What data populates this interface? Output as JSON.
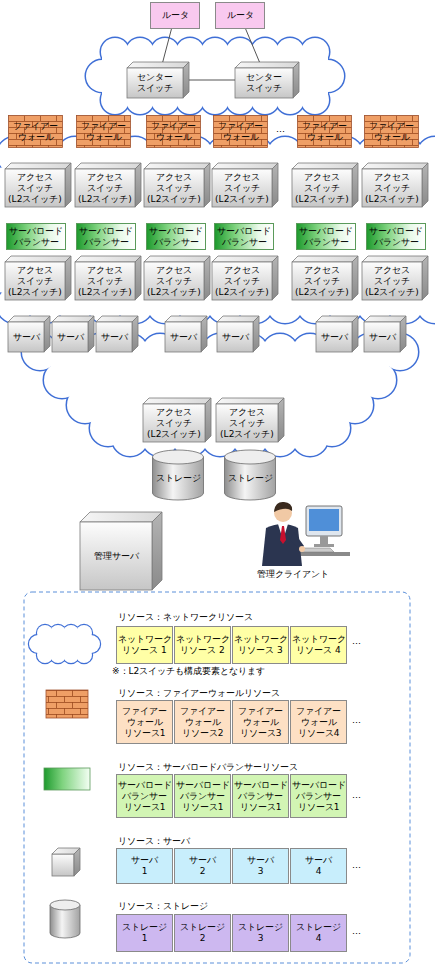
{
  "diagram": {
    "nodes": [
      {
        "text": [
          "ルータ"
        ]
      },
      {
        "text": [
          "ルータ"
        ]
      },
      {
        "text": [
          "センター スイッチ"
        ]
      },
      {
        "text": [
          "センター スイッチ"
        ]
      },
      {
        "text": [
          "ファイアー ウォール"
        ]
      },
      {
        "text": [
          "ファイアー ウォール"
        ]
      },
      {
        "text": [
          "ファイアー ウォール"
        ]
      },
      {
        "text": [
          "ファイアー ウォール"
        ]
      },
      {
        "text": [
          "ファイアー ウォール"
        ]
      },
      {
        "text": [
          "ファイアー ウォール"
        ]
      },
      {
        "text": [
          "アクセス スイッチ (L2スイッチ)"
        ]
      },
      {
        "text": [
          "アクセス スイッチ (L2スイッチ)"
        ]
      },
      {
        "text": [
          "アクセス スイッチ (L2スイッチ)"
        ]
      },
      {
        "text": [
          "アクセス スイッチ (L2スイッチ)"
        ]
      },
      {
        "text": [
          "アクセス スイッチ (L2スイッチ)"
        ]
      },
      {
        "text": [
          "アクセス スイッチ (L2スイッチ)"
        ]
      },
      {
        "text": [
          "サーバロード バランサー"
        ]
      },
      {
        "text": [
          "サーバロード バランサー"
        ]
      },
      {
        "text": [
          "サーバロード バランサー"
        ]
      },
      {
        "text": [
          "サーバロード バランサー"
        ]
      },
      {
        "text": [
          "サーバロード バランサー"
        ]
      },
      {
        "text": [
          "サーバロード バランサー"
        ]
      },
      {
        "text": [
          "アクセス スイッチ (L2スイッチ)"
        ]
      },
      {
        "text": [
          "アクセス スイッチ (L2スイッチ)"
        ]
      },
      {
        "text": [
          "アクセス スイッチ (L2スイッチ)"
        ]
      },
      {
        "text": [
          "アクセス スイッチ (L2スイッチ)"
        ]
      },
      {
        "text": [
          "アクセス スイッチ (L2スイッチ)"
        ]
      },
      {
        "text": [
          "アクセス スイッチ (L2スイッチ)"
        ]
      },
      {
        "text": [
          "サーバ"
        ]
      },
      {
        "text": [
          "サーバ"
        ]
      },
      {
        "text": [
          "サーバ"
        ]
      },
      {
        "text": [
          "サーバ"
        ]
      },
      {
        "text": [
          "サーバ"
        ]
      },
      {
        "text": [
          "サーバ"
        ]
      },
      {
        "text": [
          "サーバ"
        ]
      },
      {
        "text": [
          "アクセス スイッチ (L2スイッチ)"
        ]
      },
      {
        "text": [
          "アクセス スイッチ (L2スイッチ)"
        ]
      },
      {
        "text": [
          "ストレージ"
        ]
      },
      {
        "text": [
          "ストレージ"
        ]
      },
      {
        "text": [
          "管理サーバ"
        ]
      },
      {
        "text": [
          "ネットワーク リソース 1"
        ]
      },
      {
        "text": [
          "ネットワーク リソース 2"
        ]
      },
      {
        "text": [
          "ネットワーク リソース 3"
        ]
      },
      {
        "text": [
          "ネットワーク リソース 4"
        ]
      },
      {
        "text": [
          "ファイアー ウォール リソース1"
        ]
      },
      {
        "text": [
          "ファイアー ウォール リソース2"
        ]
      },
      {
        "text": [
          "ファイアー ウォール リソース3"
        ]
      },
      {
        "text": [
          "ファイアー ウォール リソース4"
        ]
      },
      {
        "text": [
          "サーバロード バランサー リソース1"
        ]
      },
      {
        "text": [
          "サーバロード バランサー リソース1"
        ]
      },
      {
        "text": [
          "サーバロード バランサー リソース1"
        ]
      },
      {
        "text": [
          "サーバロード バランサー リソース1"
        ]
      },
      {
        "text": [
          "サーバ 1"
        ]
      },
      {
        "text": [
          "サーバ 2"
        ]
      },
      {
        "text": [
          "サーバ 3"
        ]
      },
      {
        "text": [
          "サーバ 4"
        ]
      },
      {
        "text": [
          "ストレージ 1"
        ]
      },
      {
        "text": [
          "ストレージ 2"
        ]
      },
      {
        "text": [
          "ストレージ 3"
        ]
      },
      {
        "text": [
          "ストレージ 4"
        ]
      }
    ],
    "edges": [
      {
        "from": 0,
        "to": 2,
        "arrow": "none"
      },
      {
        "from": 1,
        "to": 3,
        "arrow": "none"
      },
      {
        "from": 2,
        "to": 3,
        "arrow": "none"
      }
    ],
    "labels": [
      "…",
      "管理クライアント",
      "リソース：ネットワークリソース",
      "…",
      "※：L2スイッチも構成要素となります",
      "リソース：ファイアーウォールリソース",
      "…",
      "リソース：サーバロードバランサーリソース",
      "…",
      "リソース：サーバ",
      "…",
      "リソース：ストレージ",
      "…"
    ]
  }
}
